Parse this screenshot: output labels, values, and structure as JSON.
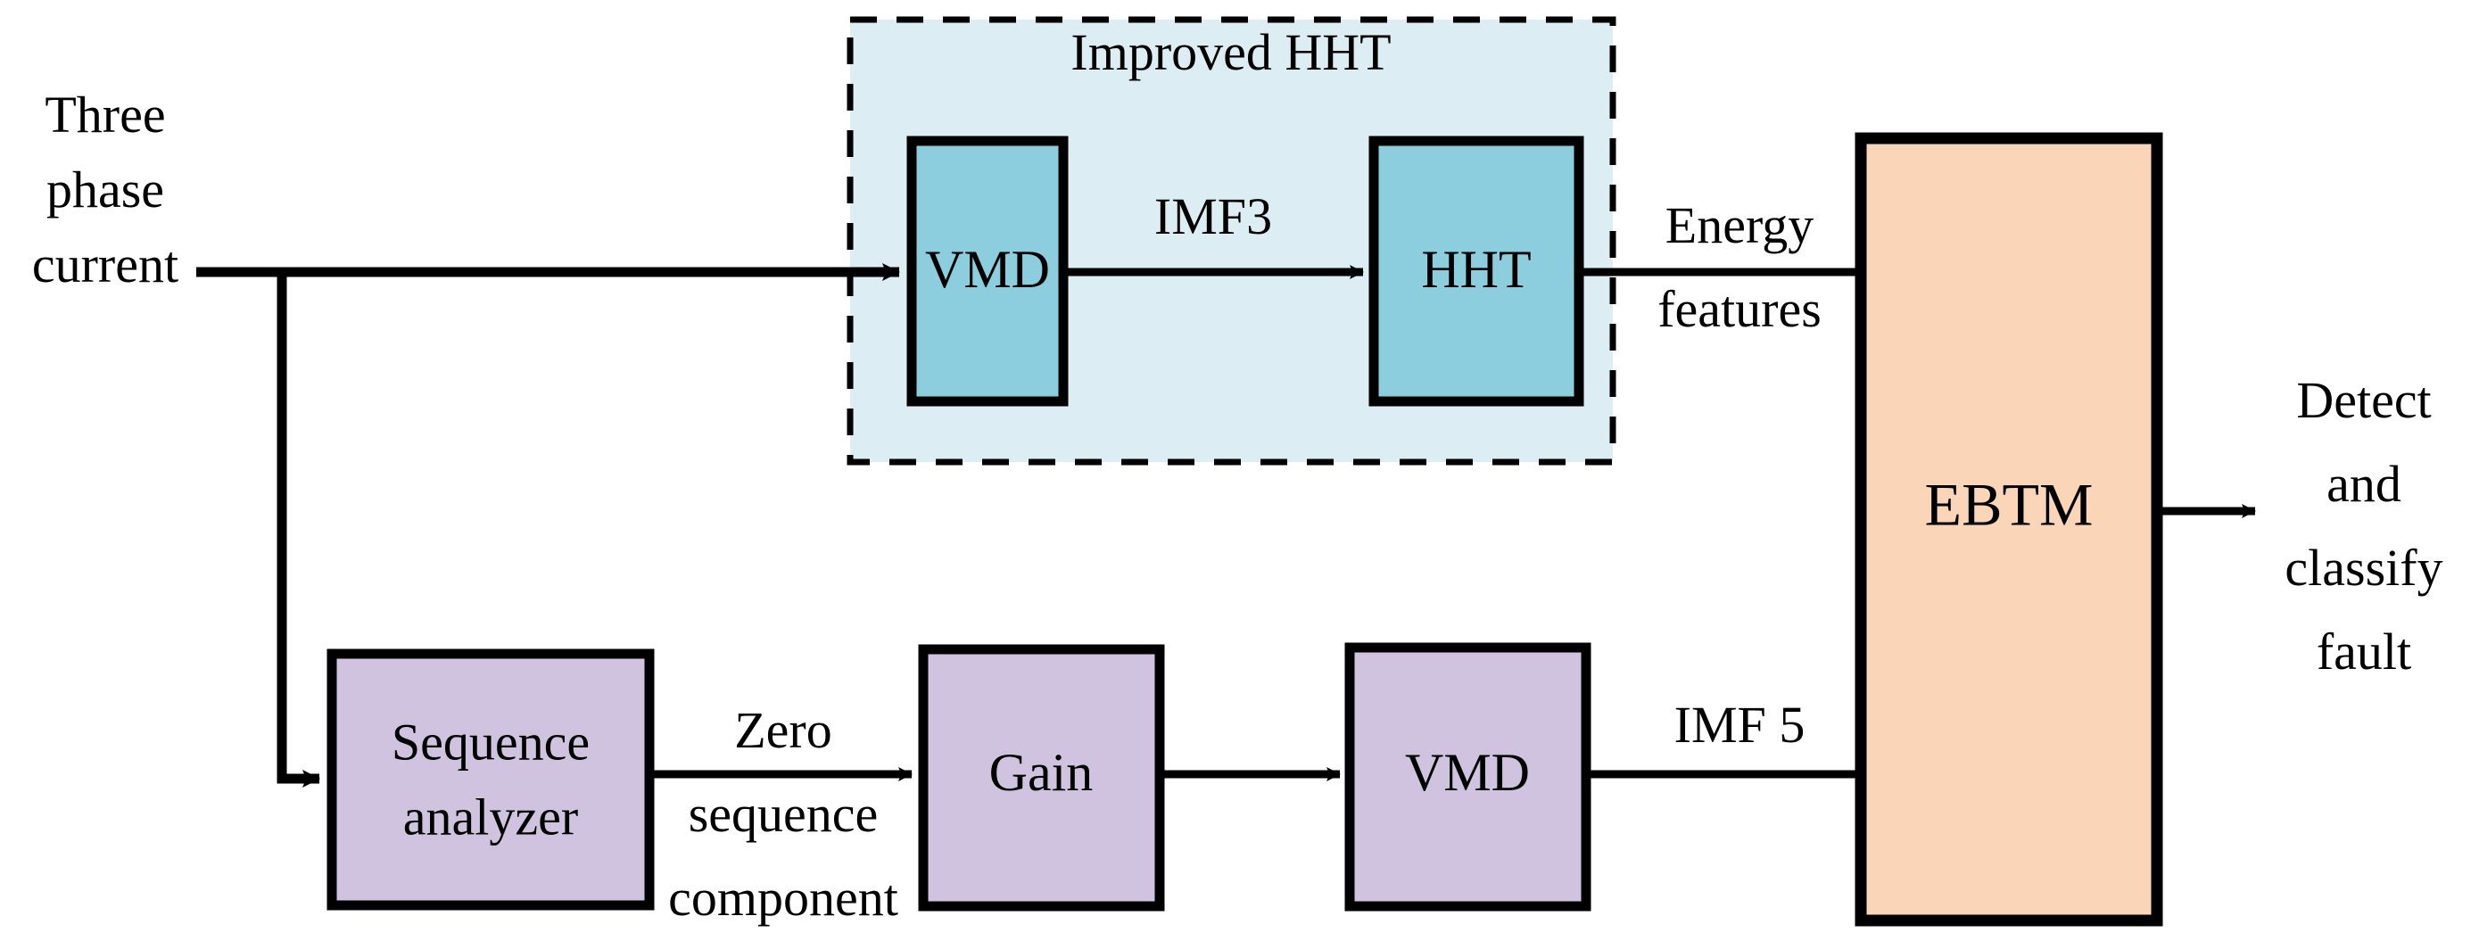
{
  "diagram": {
    "title": "Improved HHT fault detection and classification block diagram",
    "type": "block-flow-diagram",
    "background": "#FFFFFF"
  },
  "colors": {
    "teal_block": "#8CCDDE",
    "lavender_block": "#CFC3DF",
    "peach_block": "#FAD5B8",
    "group_background": "#DCEDF3",
    "stroke": "#000000",
    "text": "#000000"
  },
  "group": {
    "label": "Improved HHT",
    "border_style": "dashed"
  },
  "inputs": {
    "three_phase_current": {
      "lines": [
        "Three",
        "phase",
        "current"
      ]
    }
  },
  "outputs": {
    "detect_and_classify_fault": {
      "lines": [
        "Detect",
        "and",
        "classify",
        "fault"
      ]
    }
  },
  "blocks": [
    {
      "id": "vmd_top",
      "label": "VMD",
      "color": "teal"
    },
    {
      "id": "hht",
      "label": "HHT",
      "color": "teal"
    },
    {
      "id": "ebtm",
      "label": "EBTM",
      "color": "peach"
    },
    {
      "id": "seq",
      "label_lines": [
        "Sequence",
        "analyzer"
      ],
      "color": "lavender"
    },
    {
      "id": "gain",
      "label": "Gain",
      "color": "lavender"
    },
    {
      "id": "vmd_bot",
      "label": "VMD",
      "color": "lavender"
    }
  ],
  "edge_labels": {
    "imf3": "IMF3",
    "imf5": "IMF 5",
    "energy_features": {
      "lines": [
        "Energy",
        "features"
      ]
    },
    "zero_sequence_component": {
      "lines": [
        "Zero",
        "sequence",
        "component"
      ]
    }
  },
  "chart_data": {
    "type": "diagram",
    "title": "Improved HHT based fault detection and classification",
    "nodes": [
      {
        "id": "three_phase_current",
        "label": "Three phase current",
        "kind": "input-label"
      },
      {
        "id": "vmd_top",
        "label": "VMD",
        "kind": "process",
        "group": "Improved HHT"
      },
      {
        "id": "hht",
        "label": "HHT",
        "kind": "process",
        "group": "Improved HHT"
      },
      {
        "id": "seq",
        "label": "Sequence analyzer",
        "kind": "process"
      },
      {
        "id": "gain",
        "label": "Gain",
        "kind": "process"
      },
      {
        "id": "vmd_bot",
        "label": "VMD",
        "kind": "process"
      },
      {
        "id": "ebtm",
        "label": "EBTM",
        "kind": "classifier"
      },
      {
        "id": "fault_out",
        "label": "Detect and classify fault",
        "kind": "output-label"
      }
    ],
    "edges": [
      {
        "from": "three_phase_current",
        "to": "vmd_top",
        "label": ""
      },
      {
        "from": "vmd_top",
        "to": "hht",
        "label": "IMF3"
      },
      {
        "from": "hht",
        "to": "ebtm",
        "label": "Energy features"
      },
      {
        "from": "three_phase_current",
        "to": "seq",
        "label": ""
      },
      {
        "from": "seq",
        "to": "gain",
        "label": "Zero sequence component"
      },
      {
        "from": "gain",
        "to": "vmd_bot",
        "label": ""
      },
      {
        "from": "vmd_bot",
        "to": "ebtm",
        "label": "IMF 5"
      },
      {
        "from": "ebtm",
        "to": "fault_out",
        "label": ""
      }
    ],
    "groups": [
      {
        "label": "Improved HHT",
        "members": [
          "vmd_top",
          "hht"
        ],
        "style": "dashed"
      }
    ]
  }
}
